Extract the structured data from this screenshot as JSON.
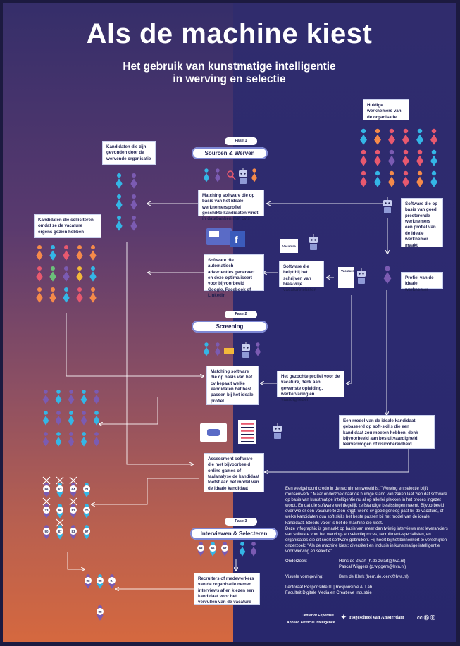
{
  "title": "Als de machine kiest",
  "subtitle_line1": "Het gebruik van kunstmatige intelligentie",
  "subtitle_line2": "in werving en selectie",
  "phases": [
    {
      "tag": "Fase 1",
      "name": "Sourcen & Werven"
    },
    {
      "tag": "Fase 2",
      "name": "Screening"
    },
    {
      "tag": "Fase 3",
      "name": "Interviewen & Selecteren"
    }
  ],
  "notes": {
    "current_employees": "Huidige werknemers van de organisatie",
    "found_candidates": "Kandidaten die zijn gevonden door de wervende organisatie",
    "applicants": "Kandidaten die solliciteren omdat ze de vacature ergens gezien hebben",
    "ideal_profile": "Profiel van de ideale werknemer",
    "software_profile": "Software die op basis van goed presterende werknemers een profiel van de ideale werknemer maakt"
  },
  "boxes": {
    "matching_software": "Matching software die op basis van het ideale werknemersprofiel geschikte kandidaten vindt in databanken met cv's",
    "ads_software": "Software die automatisch advertenties genereert en deze optimaliseert voor bijvoorbeeld Google, Facebook of LinkedIn",
    "writing_software": "Software die helpt bij het schrijven van bias-vrije vacatureteksten",
    "screening_matching": "Matching software die op basis van het cv bepaalt welke kandidaten het best passen bij het ideale profiel",
    "requested_profile": "Het gezochte profiel voor de vacature, denk aan gewenste opleiding, werkervaring en vaardigheden",
    "ideal_model": "Een model van de ideale kandidaat, gebaseerd op soft-skills die een kandidaat zou moeten hebben, denk bijvoorbeeld aan besluitvaardigheid, leervermogen of risicobereidheid",
    "assessment": "Assessment software die met bijvoorbeeld online games of taalanalyse de kandidaat toetst aan het model van de ideale kandidaat",
    "recruiters": "Recruiters of medewerkers van de organisatie nemen interviews af en kiezen een kandidaat voor het vervullen van de vacature"
  },
  "screen_labels": {
    "vacature": "Vacature",
    "vacature2": "Vacature"
  },
  "scores": {
    "row1": [
      "96",
      "63",
      "64",
      "71"
    ],
    "row2": [
      "73",
      "96",
      "82",
      "70"
    ],
    "row3": [
      "90",
      "87",
      "83",
      "97"
    ],
    "selected_a": [
      "98",
      "96",
      "97"
    ],
    "selected_b": [
      "98",
      "96",
      "97"
    ],
    "winner": "96"
  },
  "info": {
    "para1": "Een veelgehoord credo in de recruitmentwereld is: \"Werving en selectie blijft mensenwerk.\" Maar onderzoek naar de huidige stand van zaken laat zien dat software op basis van kunstmatige intelligentie nu al op allerlei plekken in het proces ingezet wordt. En dat die software wel degelijk zelfstandige beslissingen neemt. Bijvoorbeeld over wie er een vacature te zien krijgt, wiens cv goed genoeg past bij de vacature, of welke kandidaten qua soft-skills het beste passen bij het model van de ideale kandidaat. Steeds vaker is het de machine die kiest.",
    "para2": "Deze infographic is gemaakt op basis van meer dan twintig interviews met leveranciers van software voor het werving- en selectieproces, recruitment-specialisten, en organisaties die dit soort software gebruiken. Hij hoort bij het binnenkort te verschijnen onderzoek: \"Als de machine kiest: diversiteit en inclusie in kunstmatige intelligentie voor werving en selectie\".",
    "research_label": "Onderzoek:",
    "research_1": "Hans de Zwart (h.de.zwart@hva.nl)",
    "research_2": "Pascal Wiggers (p.wiggers@hva.nl)",
    "design_label": "Visuele vormgeving:",
    "design_1": "Bern de Klerk (bern.de.klerk@hva.nl)",
    "lectoraat": "Lectoraat Responsible IT | Responsible AI Lab",
    "faculty": "Faculteit Digitale Media en Creatieve Industrie"
  },
  "logos": {
    "center_1": "Center of Expertise",
    "center_2": "Applied Artificial Intelligence",
    "hva": "Hogeschool van Amsterdam",
    "cc": "cc ⓑ ⓞ"
  },
  "colors": {
    "accent": "#7d87d4",
    "box_border": "#cbd2ee",
    "person_blue": "#34b6e6",
    "person_purple": "#7b5bb2",
    "person_orange": "#f58a4a",
    "person_pink": "#e8596f",
    "person_green": "#6bc07a",
    "person_yellow": "#f4b83a"
  }
}
